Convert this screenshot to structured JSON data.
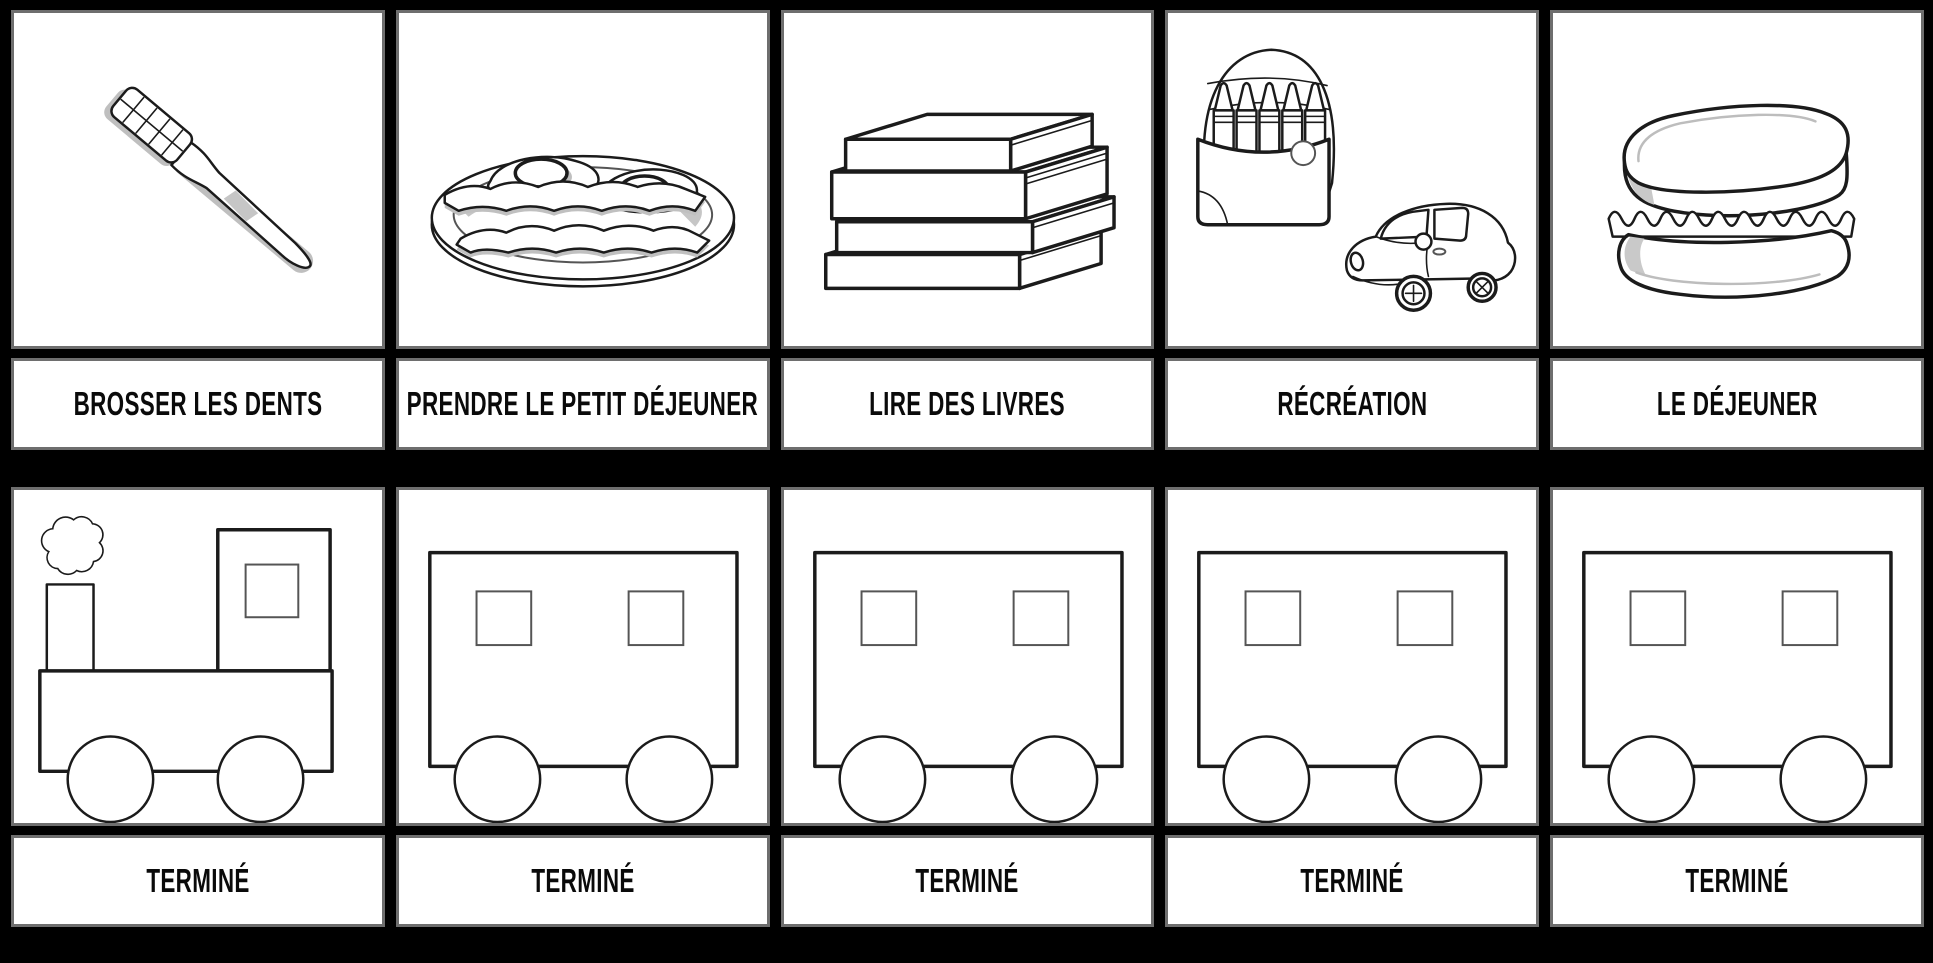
{
  "page": {
    "background": "#000000",
    "card_background": "#ffffff",
    "card_border_color": "#6e6e6e",
    "label_text_color": "#0a0a0a",
    "line_art_color": "#1b1b1b",
    "shading_color": "#bfbfbf"
  },
  "columns": [
    {
      "activity_label": "BROSSER LES DENTS",
      "activity_image": "toothbrush",
      "done_label": "TERMINÉ",
      "done_image": "train-locomotive"
    },
    {
      "activity_label": "PRENDRE LE PETIT DÉJEUNER",
      "activity_image": "breakfast-eggs-and-bacon",
      "done_label": "TERMINÉ",
      "done_image": "train-car"
    },
    {
      "activity_label": "LIRE DES LIVRES",
      "activity_image": "stack-of-books",
      "done_label": "TERMINÉ",
      "done_image": "train-car"
    },
    {
      "activity_label": "RÉCRÉATION",
      "activity_image": "crayon-box-and-toy-car",
      "done_label": "TERMINÉ",
      "done_image": "train-car"
    },
    {
      "activity_label": "LE DÉJEUNER",
      "activity_image": "sandwich",
      "done_label": "TERMINÉ",
      "done_image": "train-car"
    }
  ]
}
